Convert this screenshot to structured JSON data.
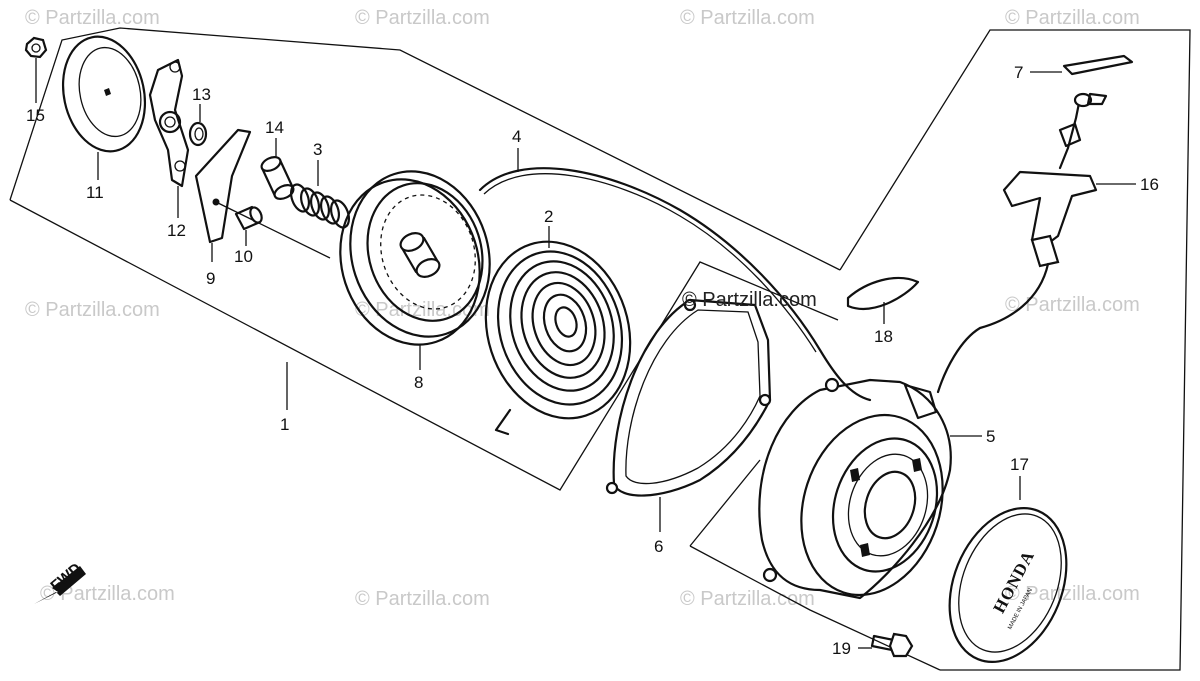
{
  "watermarks": [
    "© Partzilla.com",
    "© Partzilla.com",
    "© Partzilla.com",
    "© Partzilla.com",
    "© Partzilla.com",
    "© Partzilla.com",
    "© Partzilla.com",
    "© Partzilla.com",
    "© Partzilla.com",
    "© Partzilla.com",
    "© Partzilla.com"
  ],
  "center_watermark": "© Partzilla.com",
  "fwd_label": "FWD",
  "brand_text": "HONDA",
  "brand_subtext": "MADE IN JAPAN",
  "callouts": [
    "1",
    "2",
    "3",
    "4",
    "5",
    "6",
    "7",
    "8",
    "9",
    "10",
    "11",
    "12",
    "13",
    "14",
    "15",
    "16",
    "17",
    "18",
    "19"
  ]
}
